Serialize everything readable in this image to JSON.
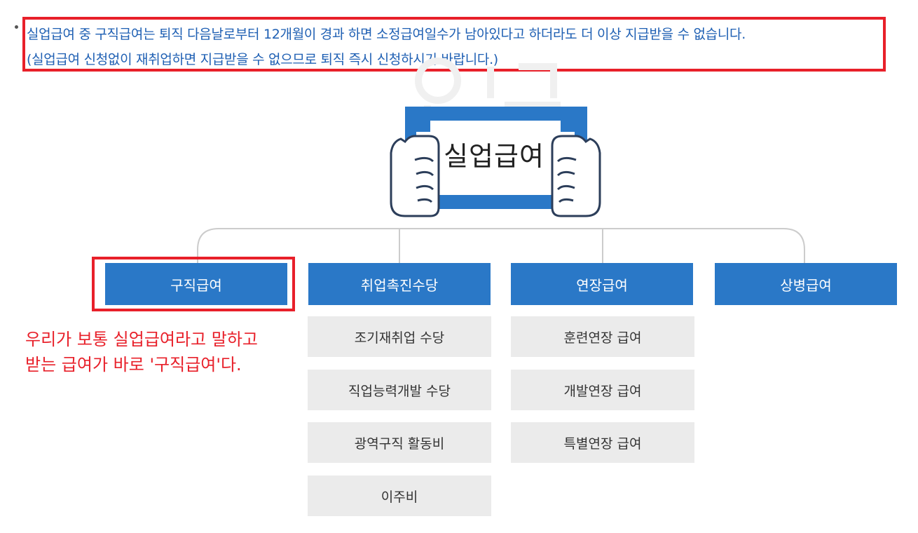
{
  "notice": {
    "line1": "실업급여 중 구직급여는 퇴직 다음날로부터 12개월이 경과 하면 소정급여일수가 남아있다고 하더라도 더 이상 지급받을 수 없습니다.",
    "line2": "(실업급여 신청없이 재취업하면 지급받을 수 없으므로 퇴직 즉시 신청하시기 바랍니다.)"
  },
  "hero": {
    "title": "실업급여"
  },
  "categories": [
    {
      "label": "구직급여",
      "items": []
    },
    {
      "label": "취업촉진수당",
      "items": [
        "조기재취업 수당",
        "직업능력개발 수당",
        "광역구직 활동비",
        "이주비"
      ]
    },
    {
      "label": "연장급여",
      "items": [
        "훈련연장 급여",
        "개발연장 급여",
        "특별연장 급여"
      ]
    },
    {
      "label": "상병급여",
      "items": []
    }
  ],
  "annotation": {
    "line1": "우리가 보통 실업급여라고 말하고",
    "line2": "받는 급여가 바로 '구직급여'다."
  },
  "colors": {
    "accent": "#2a78c7",
    "highlight": "#e8202a",
    "notice_text": "#1e5fb3",
    "sub_bg": "#ebebeb"
  }
}
